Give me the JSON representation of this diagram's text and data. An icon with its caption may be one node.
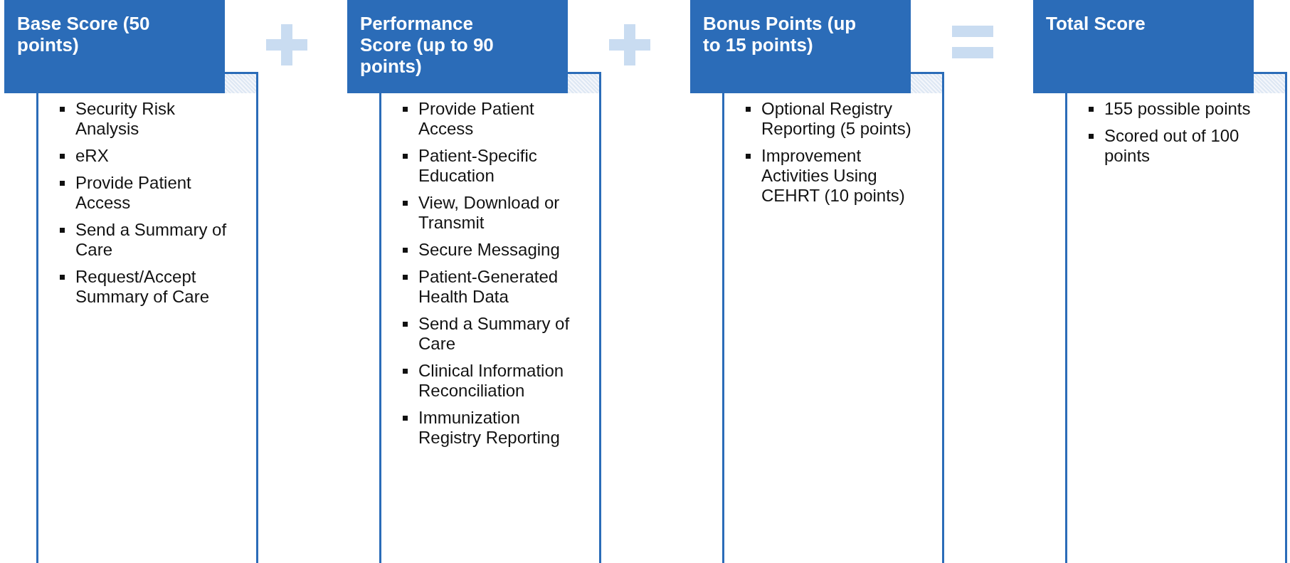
{
  "diagram": {
    "nodes": [
      {
        "text": [
          "Base Score (50 points)"
        ]
      },
      {
        "text": [
          "Security Risk Analysis",
          "eRX",
          "Provide Patient Access",
          "Send a Summary of Care",
          "Request/Accept Summary of Care"
        ]
      },
      {
        "text": [
          "Performance Score (up to 90 points)"
        ]
      },
      {
        "text": [
          "Provide Patient Access",
          "Patient-Specific Education",
          "View, Download or Transmit",
          "Secure Messaging",
          "Patient-Generated Health Data",
          "Send a Summary of Care",
          "Clinical Information Reconciliation",
          "Immunization Registry Reporting"
        ]
      },
      {
        "text": [
          "Bonus Points (up to 15 points)"
        ]
      },
      {
        "text": [
          "Optional Registry Reporting (5 points)",
          "Improvement Activities Using CEHRT (10 points)"
        ]
      },
      {
        "text": [
          "Total Score"
        ]
      },
      {
        "text": [
          "155 possible points",
          "Scored out of 100 points"
        ]
      }
    ]
  }
}
